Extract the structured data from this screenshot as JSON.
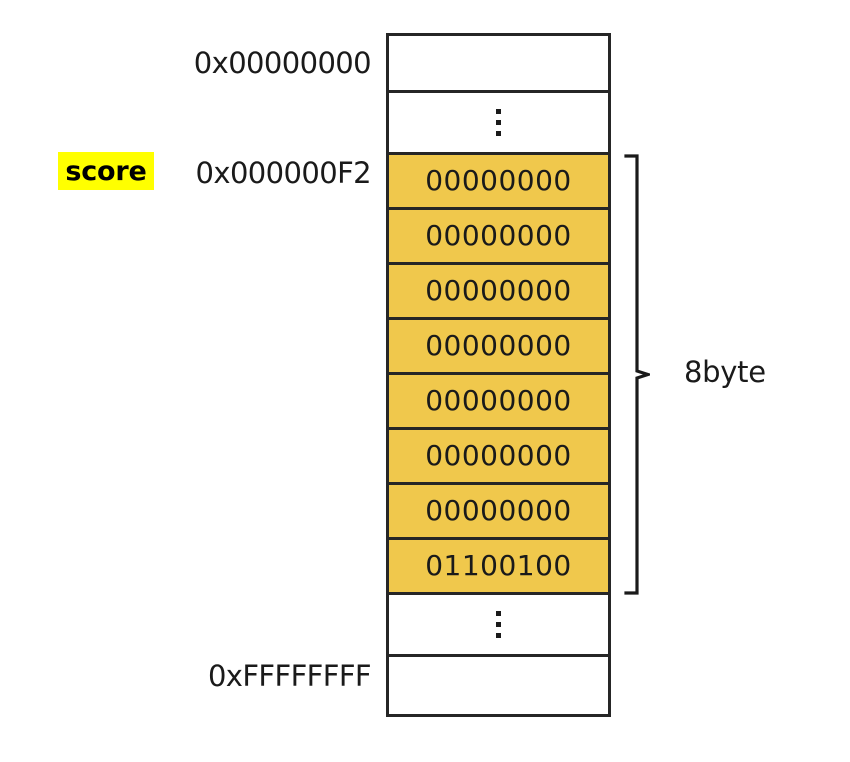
{
  "diagram": {
    "title": "memory-layout-8byte-variable",
    "variable": {
      "name": "score",
      "highlight_color": "#FFFF00"
    },
    "addresses": {
      "top": "0x00000000",
      "variable": "0x000000F2",
      "bottom": "0xFFFFFFFF"
    },
    "annotation": {
      "bracket_label": "8byte"
    },
    "colors": {
      "byte_cell_fill": "#F0C84C",
      "border": "#262626",
      "text": "#1a1a1a"
    },
    "memory_rows": [
      {
        "kind": "blank",
        "value": ""
      },
      {
        "kind": "ellipsis",
        "value": ""
      },
      {
        "kind": "byte",
        "value": "00000000"
      },
      {
        "kind": "byte",
        "value": "00000000"
      },
      {
        "kind": "byte",
        "value": "00000000"
      },
      {
        "kind": "byte",
        "value": "00000000"
      },
      {
        "kind": "byte",
        "value": "00000000"
      },
      {
        "kind": "byte",
        "value": "00000000"
      },
      {
        "kind": "byte",
        "value": "00000000"
      },
      {
        "kind": "byte",
        "value": "01100100"
      },
      {
        "kind": "ellipsis",
        "value": ""
      },
      {
        "kind": "blank",
        "value": ""
      }
    ]
  }
}
